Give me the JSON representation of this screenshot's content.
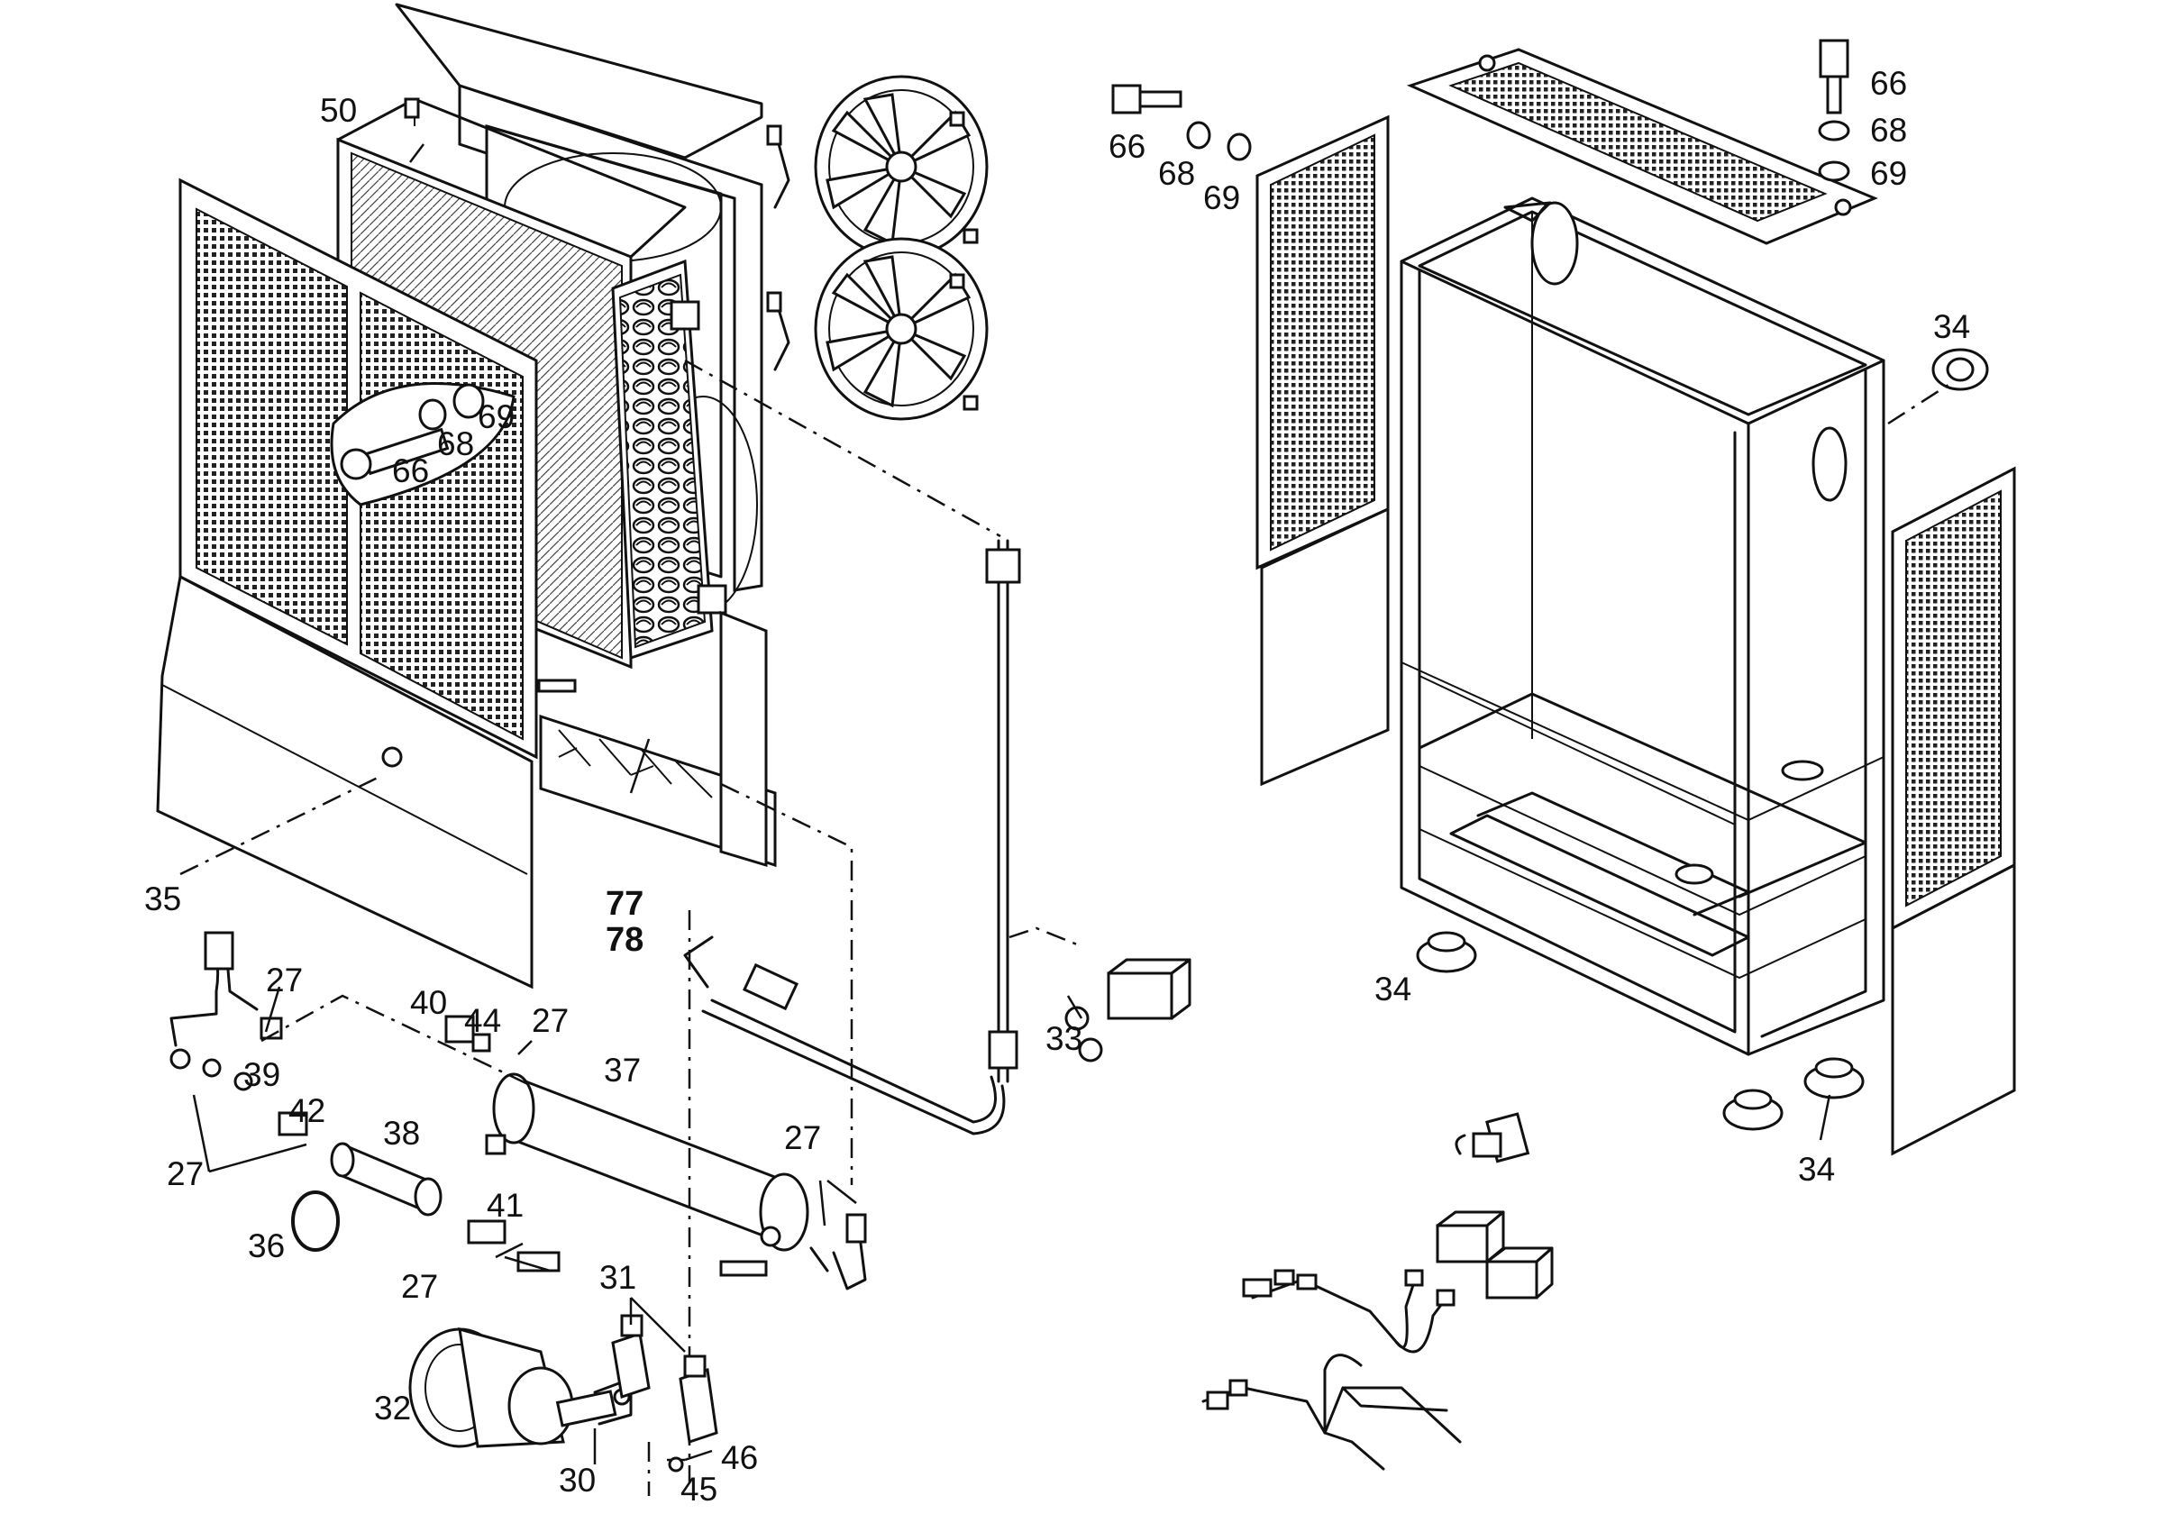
{
  "callouts": {
    "c50": "50",
    "c66a": "66",
    "c68a": "68",
    "c69a": "69",
    "c66b": "66",
    "c68b": "68",
    "c69b": "69",
    "c66c": "66",
    "c68c": "68",
    "c69c": "69",
    "c35": "35",
    "c77": "77",
    "c78": "78",
    "c27a": "27",
    "c27b": "27",
    "c27c": "27",
    "c27d": "27",
    "c27e": "27",
    "c40": "40",
    "c44": "44",
    "c39": "39",
    "c42": "42",
    "c37": "37",
    "c38": "38",
    "c41": "41",
    "c36": "36",
    "c33": "33",
    "c31": "31",
    "c32": "32",
    "c30": "30",
    "c46": "46",
    "c45": "45",
    "c34a": "34",
    "c34b": "34",
    "c34c": "34"
  }
}
